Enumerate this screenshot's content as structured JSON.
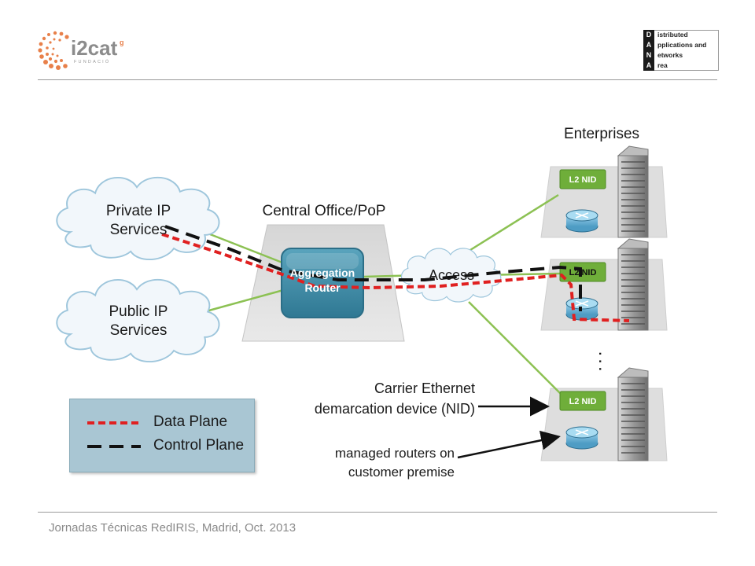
{
  "header": {
    "logo_left": {
      "text": "i2cat",
      "sup": "g",
      "sub": "FUNDACIÓ"
    },
    "logo_right": {
      "letters": [
        "D",
        "A",
        "N",
        "A"
      ],
      "words": [
        "istributed",
        "pplications and",
        "etworks",
        "rea"
      ]
    }
  },
  "diagram": {
    "clouds": {
      "private_ip": "Private IP\nServices",
      "public_ip": "Public IP\nServices",
      "access": "Access"
    },
    "central_office": {
      "title": "Central Office/PoP",
      "router": "Aggregation\nRouter"
    },
    "enterprises": {
      "title": "Enterprises",
      "nid_label": "L2 NID",
      "ellipsis": "· · ·"
    },
    "annotations": {
      "nid": "Carrier Ethernet\ndemarcation device (NID)",
      "routers": "managed routers on\ncustomer premise"
    },
    "legend": {
      "data_plane": "Data Plane",
      "control_plane": "Control Plane"
    },
    "colors": {
      "link_green": "#8cc153",
      "data_plane_red": "#e02020",
      "control_plane_black": "#111111",
      "router_teal": "#3f8faa",
      "cloud_fill": "#f2f7fb",
      "nid_green": "#6fae3a",
      "legend_bg": "#a9c6d3"
    }
  },
  "footer": {
    "text": "Jornadas Técnicas RedIRIS, Madrid, Oct. 2013"
  }
}
